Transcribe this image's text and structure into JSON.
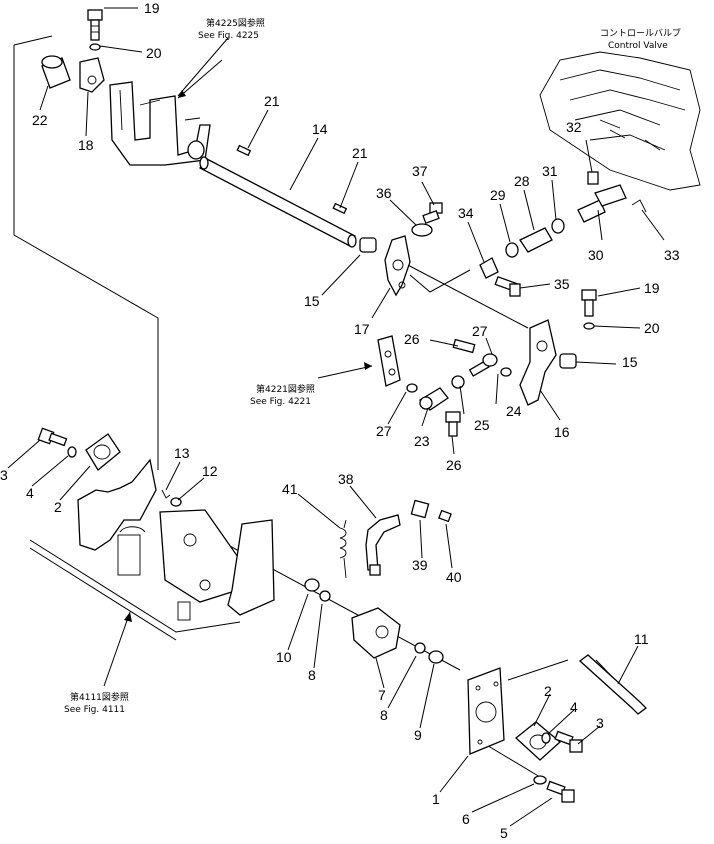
{
  "diagram": {
    "part_numbers": [
      "1",
      "2",
      "3",
      "4",
      "5",
      "6",
      "7",
      "8",
      "9",
      "10",
      "11",
      "12",
      "13",
      "14",
      "15",
      "16",
      "17",
      "18",
      "19",
      "20",
      "21",
      "22",
      "23",
      "24",
      "25",
      "26",
      "27",
      "28",
      "29",
      "30",
      "31",
      "32",
      "33",
      "34",
      "35",
      "36",
      "37",
      "38",
      "39",
      "40",
      "41"
    ],
    "references": {
      "fig4225_jp": "第4225図参照",
      "fig4225_en": "See Fig. 4225",
      "control_valve_jp": "コントロールバルブ",
      "control_valve_en": "Control Valve",
      "fig4221_jp": "第4221図参照",
      "fig4221_en": "See Fig. 4221",
      "fig4111_jp": "第4111図参照",
      "fig4111_en": "See Fig. 4111"
    }
  }
}
